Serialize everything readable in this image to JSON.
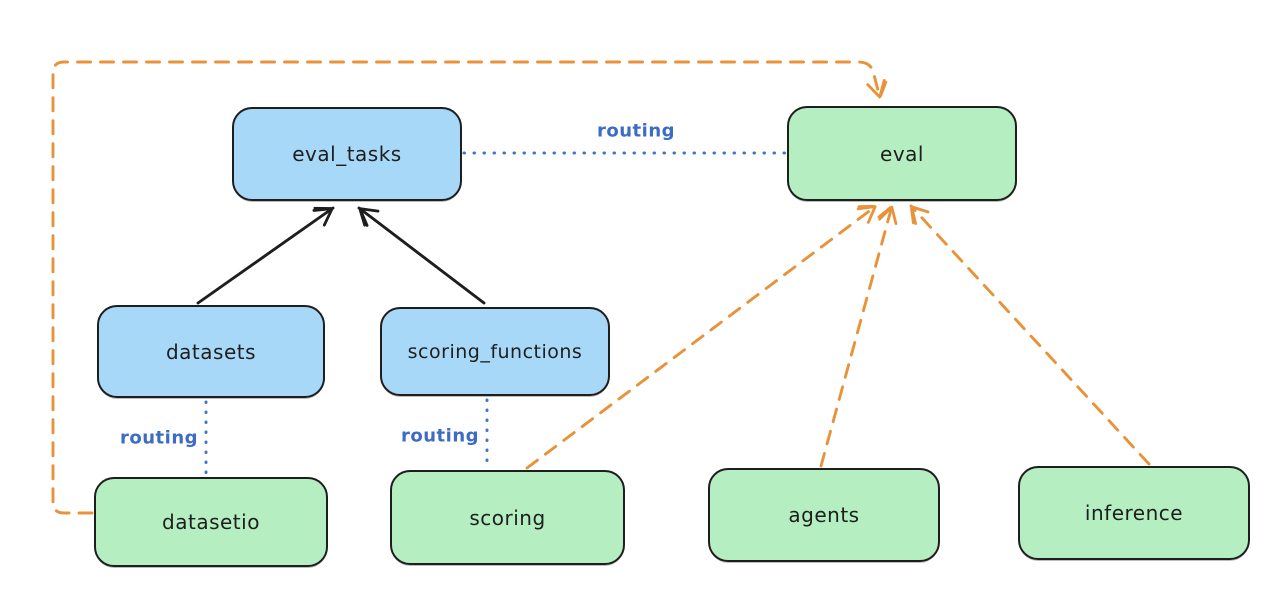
{
  "canvas": {
    "background": "#ffffff"
  },
  "colors": {
    "node_blue_fill": "#a8d8f8",
    "node_green_fill": "#b5eec1",
    "node_border": "#1e1e1e",
    "edge_black": "#1e1e1e",
    "edge_orange": "#e8933a",
    "edge_blue_dotted": "#4273c8",
    "edge_label_blue": "#3d6cc4"
  },
  "nodes": {
    "eval_tasks": {
      "label": "eval_tasks",
      "fill": "blue"
    },
    "eval": {
      "label": "eval",
      "fill": "green"
    },
    "datasets": {
      "label": "datasets",
      "fill": "blue"
    },
    "scoring_functions": {
      "label": "scoring_functions",
      "fill": "blue"
    },
    "datasetio": {
      "label": "datasetio",
      "fill": "green"
    },
    "scoring": {
      "label": "scoring",
      "fill": "green"
    },
    "agents": {
      "label": "agents",
      "fill": "green"
    },
    "inference": {
      "label": "inference",
      "fill": "green"
    }
  },
  "edges": [
    {
      "from": "datasets",
      "to": "eval_tasks",
      "style": "solid",
      "color": "black",
      "label": ""
    },
    {
      "from": "scoring_functions",
      "to": "eval_tasks",
      "style": "solid",
      "color": "black",
      "label": ""
    },
    {
      "from": "eval_tasks",
      "to": "eval",
      "style": "dotted",
      "color": "blue",
      "label": "routing"
    },
    {
      "from": "datasets",
      "to": "datasetio",
      "style": "dotted",
      "color": "blue",
      "label": "routing"
    },
    {
      "from": "scoring_functions",
      "to": "scoring",
      "style": "dotted",
      "color": "blue",
      "label": "routing"
    },
    {
      "from": "scoring",
      "to": "eval",
      "style": "dashed",
      "color": "orange",
      "label": ""
    },
    {
      "from": "agents",
      "to": "eval",
      "style": "dashed",
      "color": "orange",
      "label": ""
    },
    {
      "from": "inference",
      "to": "eval",
      "style": "dashed",
      "color": "orange",
      "label": ""
    },
    {
      "from": "datasetio",
      "to": "eval",
      "style": "dashed",
      "color": "orange",
      "label": ""
    }
  ]
}
